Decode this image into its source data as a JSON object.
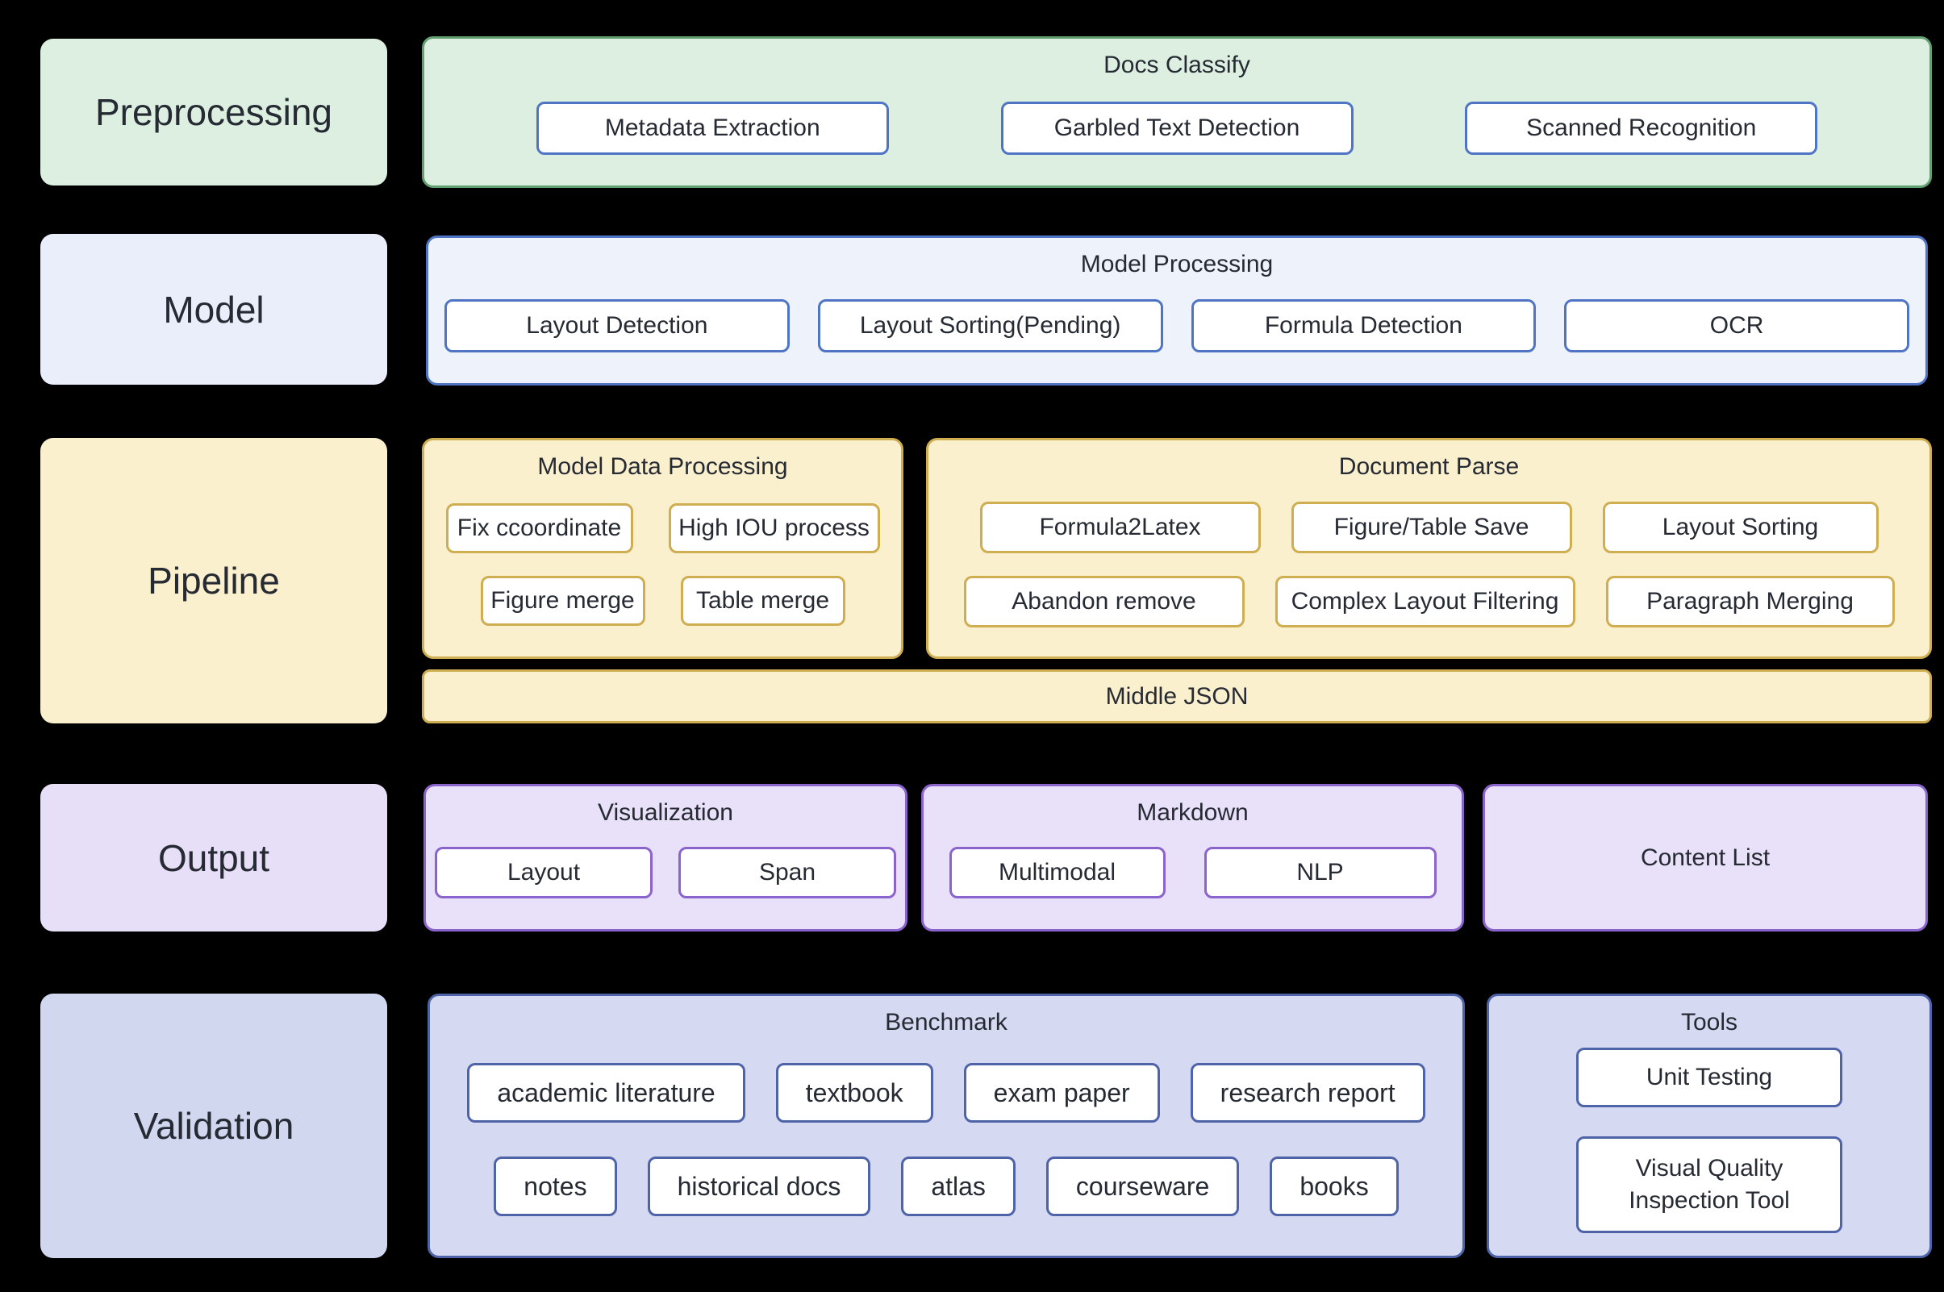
{
  "diagram": {
    "rows": [
      {
        "label": "Preprocessing",
        "groups": [
          {
            "title": "Docs Classify",
            "buttons": [
              "Metadata Extraction",
              "Garbled Text Detection",
              "Scanned Recognition"
            ]
          }
        ]
      },
      {
        "label": "Model",
        "groups": [
          {
            "title": "Model Processing",
            "buttons": [
              "Layout Detection",
              "Layout Sorting(Pending)",
              "Formula Detection",
              "OCR"
            ]
          }
        ]
      },
      {
        "label": "Pipeline",
        "groups": [
          {
            "title": "Model Data Processing",
            "rows": [
              [
                "Fix ccoordinate",
                "High IOU process"
              ],
              [
                "Figure merge",
                "Table merge"
              ]
            ]
          },
          {
            "title": "Document Parse",
            "rows": [
              [
                "Formula2Latex",
                "Figure/Table Save",
                "Layout Sorting"
              ],
              [
                "Abandon remove",
                "Complex Layout Filtering",
                "Paragraph Merging"
              ]
            ]
          }
        ],
        "bar": "Middle JSON"
      },
      {
        "label": "Output",
        "groups": [
          {
            "title": "Visualization",
            "buttons": [
              "Layout",
              "Span"
            ]
          },
          {
            "title": "Markdown",
            "buttons": [
              "Multimodal",
              "NLP"
            ]
          },
          {
            "title": "Content List",
            "buttons": []
          }
        ]
      },
      {
        "label": "Validation",
        "groups": [
          {
            "title": "Benchmark",
            "rows": [
              [
                "academic literature",
                "textbook",
                "exam paper",
                "research report"
              ],
              [
                "notes",
                "historical docs",
                "atlas",
                "courseware",
                "books"
              ]
            ]
          },
          {
            "title": "Tools",
            "rows": [
              [
                "Unit Testing"
              ],
              [
                "Visual Quality Inspection Tool"
              ]
            ]
          }
        ]
      }
    ],
    "colors": {
      "background": "#000000",
      "text": "#262a33",
      "button_fill": "#ffffff",
      "green_fill": "#ddefe1",
      "green_border": "#62a071",
      "blue_fill": "#edf2fb",
      "blue_border": "#4f74c4",
      "blue_label": "#eaeefa",
      "yellow_fill": "#faf0cd",
      "yellow_border": "#cfae52",
      "purple_fill": "#e9e1f9",
      "purple_border": "#8a64cc",
      "purple_label": "#e7def8",
      "slate_fill": "#d5daf2",
      "slate_border": "#4e63a8",
      "slate_label": "#d2d7f0"
    }
  }
}
